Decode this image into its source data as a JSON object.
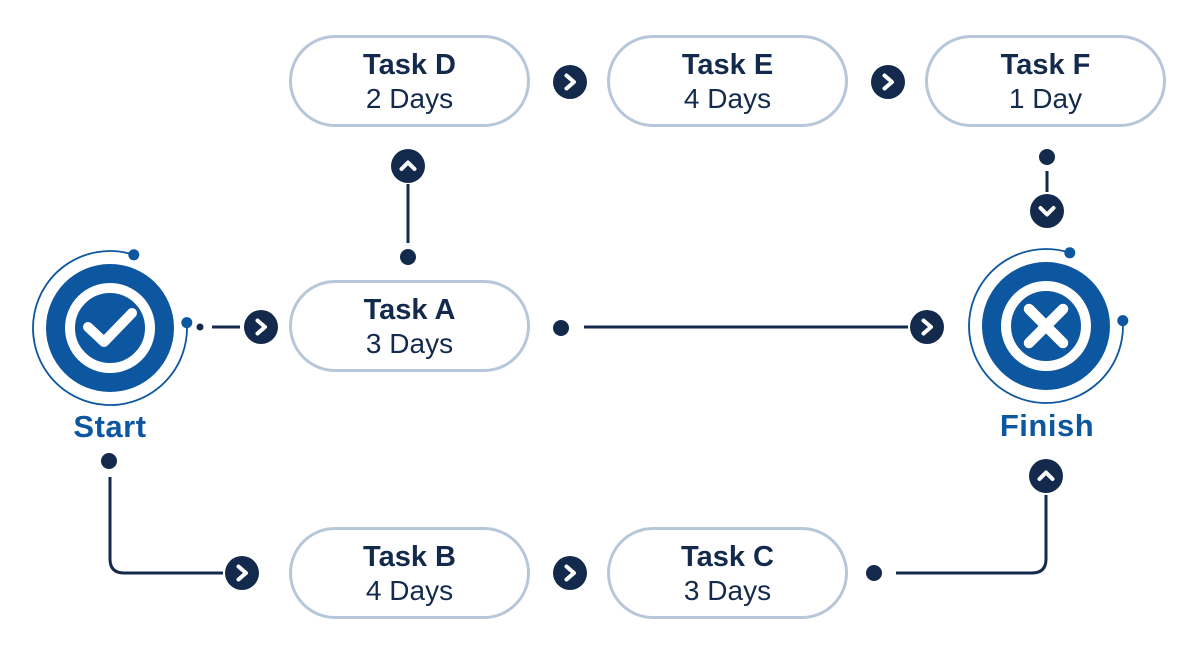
{
  "diagram": {
    "type": "task-dependency-flowchart",
    "colors": {
      "primary_blue": "#0d56a0",
      "navy": "#142a4d",
      "pill_border": "#b7c7da",
      "background": "#ffffff"
    },
    "nodes": {
      "start": {
        "label": "Start",
        "icon": "check-icon"
      },
      "finish": {
        "label": "Finish",
        "icon": "x-icon"
      },
      "tasks": [
        {
          "id": "A",
          "name": "Task A",
          "duration": "3 Days"
        },
        {
          "id": "B",
          "name": "Task B",
          "duration": "4 Days"
        },
        {
          "id": "C",
          "name": "Task C",
          "duration": "3 Days"
        },
        {
          "id": "D",
          "name": "Task D",
          "duration": "2 Days"
        },
        {
          "id": "E",
          "name": "Task E",
          "duration": "4 Days"
        },
        {
          "id": "F",
          "name": "Task F",
          "duration": "1 Day"
        }
      ]
    },
    "edges": [
      {
        "from": "Start",
        "to": "Task A",
        "arrow": "chevron-right"
      },
      {
        "from": "Task A",
        "to": "Task D",
        "arrow": "chevron-up"
      },
      {
        "from": "Task D",
        "to": "Task E",
        "arrow": "chevron-right"
      },
      {
        "from": "Task E",
        "to": "Task F",
        "arrow": "chevron-right"
      },
      {
        "from": "Task F",
        "to": "Finish",
        "arrow": "chevron-down"
      },
      {
        "from": "Task A",
        "to": "Finish",
        "arrow": "chevron-right"
      },
      {
        "from": "Start",
        "to": "Task B",
        "arrow": "chevron-right"
      },
      {
        "from": "Task B",
        "to": "Task C",
        "arrow": "chevron-right"
      },
      {
        "from": "Task C",
        "to": "Finish",
        "arrow": "chevron-up"
      }
    ]
  }
}
